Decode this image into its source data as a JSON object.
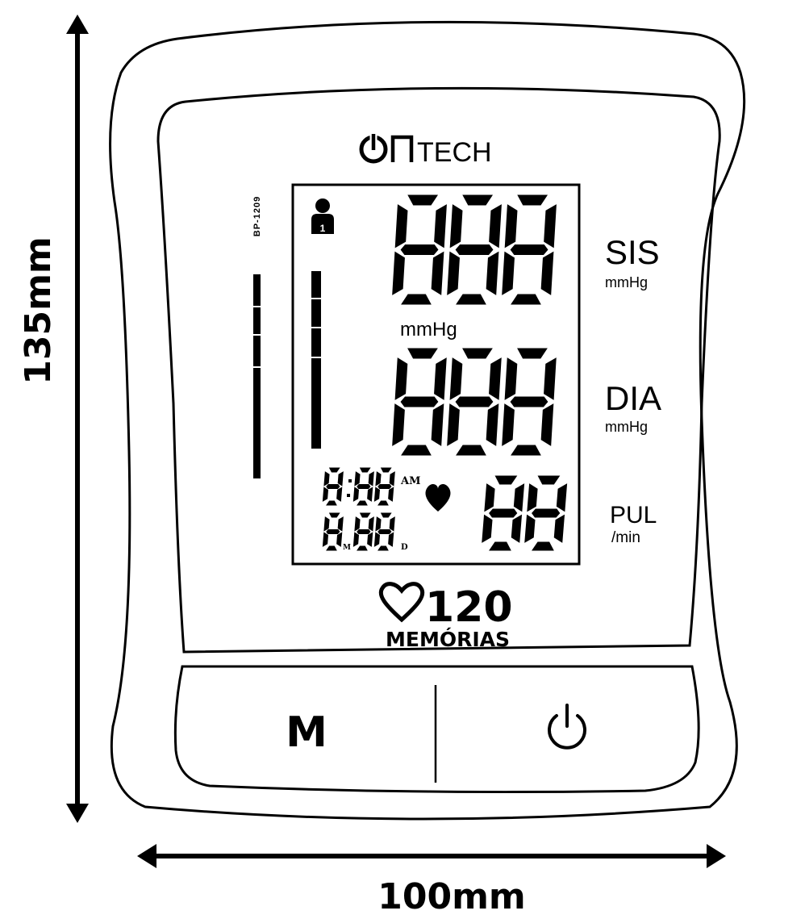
{
  "dimensions": {
    "height_label": "135mm",
    "width_label": "100mm"
  },
  "device": {
    "brand_prefix": "ON",
    "brand_suffix": "TECH",
    "model": "BP-1209",
    "labels": {
      "sys": "SIS",
      "sys_unit": "mmHg",
      "dia": "DIA",
      "dia_unit": "mmHg",
      "pul": "PUL",
      "pul_unit": "/min"
    },
    "screen": {
      "user_number": "1",
      "mid_unit": "mmHg",
      "systolic_digits": "888",
      "diastolic_digits": "888",
      "pulse_digits": "88",
      "clock_hour": "8",
      "clock_minutes": "88",
      "date_month": "8",
      "date_day": "88",
      "am_label": "AM",
      "month_label": "M",
      "day_label": "D"
    },
    "memory": {
      "count": "120",
      "label": "MEMÓRIAS"
    },
    "buttons": {
      "memory_label": "M",
      "power_icon": "power-icon"
    }
  },
  "colors": {
    "ink": "#000000",
    "background": "#ffffff"
  }
}
